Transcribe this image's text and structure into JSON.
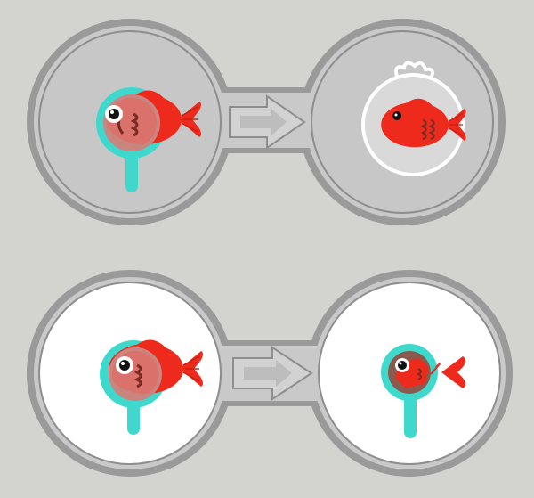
{
  "scene": {
    "background": "#d3d3cf",
    "frame_color": "#9a9a9a",
    "frame_highlight": "#c9c9c9",
    "fish_color": "#ee2a1c",
    "magnifier_ring": "#3ed9cc",
    "bubble_outline": "#ffffff"
  },
  "puzzles": [
    {
      "id": "top",
      "fill": "#c7c7c7",
      "left_item": "fish-under-magnifier",
      "arrow": "right-arrow",
      "right_item": "fish-in-bubble"
    },
    {
      "id": "bottom",
      "fill": "#ffffff",
      "left_item": "fish-under-magnifier",
      "arrow": "right-arrow",
      "right_item": "small-fish-under-magnifier"
    }
  ]
}
